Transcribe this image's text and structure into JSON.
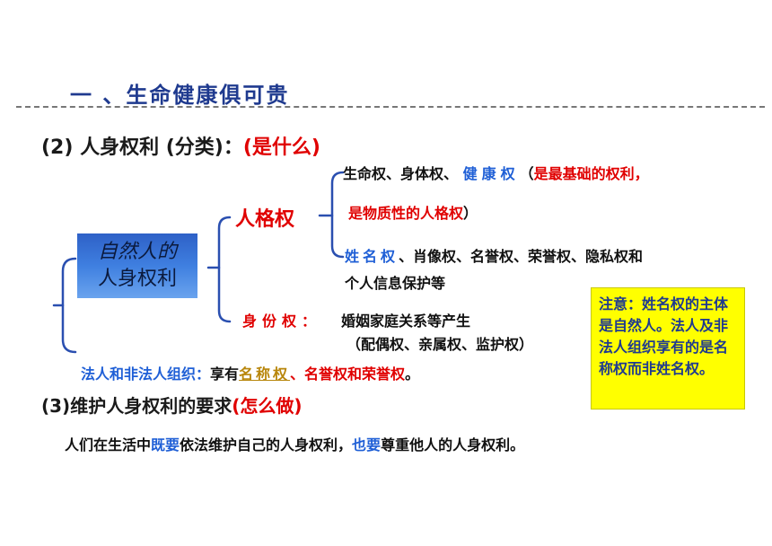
{
  "title": "一 、生命健康俱可贵",
  "subtitle": {
    "prefix": "(2) 人身权利 (分类)：",
    "question": "(是什么)"
  },
  "natural_person": {
    "line1": "自然人的",
    "line2": "人身权利"
  },
  "personality_rights": {
    "label": "人格权",
    "line1_start": "生命权、身体权、",
    "line1_health": "健康权",
    "line1_paren": "（",
    "line1_note": "是最基础的权利，",
    "line2_note": "是物质性的人格权",
    "line2_paren": "）",
    "line3_name": "姓名权",
    "line3_rest": "、肖像权、名誉权、荣誉权、隐私权和",
    "line4": "个人信息保护等"
  },
  "identity_rights": {
    "label": "身份权：",
    "line1": "婚姻家庭关系等产生",
    "line2": "（配偶权、亲属权、监护权）"
  },
  "legal_entities": {
    "prefix": "法人和非法人组织：",
    "enjoy": "享有",
    "name_right": "名称权",
    "rest": "、名誉权和荣誉权",
    "end": "。"
  },
  "note": "注意：姓名权的主体是自然人。法人及非法人组织享有的是名称权而非姓名权。",
  "requirement": {
    "prefix": "(3)维护人身权利的要求",
    "question": "(怎么做)"
  },
  "final_sentence": {
    "part1": "人们在生活中",
    "kw1": "既要",
    "part2": "依法维护自己的人身权利，",
    "kw2": "也要",
    "part3": "尊重他人的人身权利。"
  },
  "colors": {
    "blue": "#1f5fd6",
    "red": "#e00000",
    "note_bg": "#ffff00",
    "title": "#1f3a8f"
  }
}
